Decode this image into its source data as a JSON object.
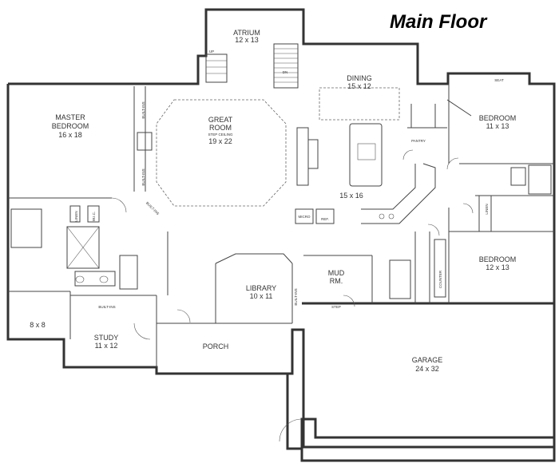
{
  "title": "Main Floor",
  "rooms": {
    "atrium": {
      "name": "ATRIUM",
      "size": "12 x 13"
    },
    "dining": {
      "name": "DINING",
      "size": "15 x 12"
    },
    "great_room": {
      "name1": "GREAT",
      "name2": "ROOM",
      "note": "STEP CEILING",
      "size": "19 x 22"
    },
    "master": {
      "name1": "MASTER",
      "name2": "BEDROOM",
      "size": "16 x 18"
    },
    "bedroom_ne": {
      "name": "BEDROOM",
      "size": "11 x 13"
    },
    "bedroom_e": {
      "name": "BEDROOM",
      "size": "12 x 13"
    },
    "kitchen": {
      "size": "15 x 16"
    },
    "library": {
      "name": "LIBRARY",
      "size": "10 x 11"
    },
    "mud": {
      "name1": "MUD",
      "name2": "RM."
    },
    "study": {
      "name": "STUDY",
      "size": "11 x 12"
    },
    "porch": {
      "name": "PORCH"
    },
    "garage": {
      "name": "GARAGE",
      "size": "24 x 32"
    },
    "closet": {
      "size": "8 x 8"
    }
  },
  "labels": {
    "seat": "SEAT",
    "pantry": "PANTRY",
    "micro": "MICRO",
    "ref": "REF.",
    "linen": "LINEN",
    "wic": "W.I.C.",
    "counter": "COUNTER",
    "step": "STEP",
    "built_ins_1": "BUILT-INS",
    "built_ins_2": "BUILT-INS",
    "built_ins_3": "BUILT-INS",
    "built_ins_4": "BUILT-INS",
    "built_ins_5": "BUILT-INS",
    "dn": "DN",
    "up": "UP"
  }
}
